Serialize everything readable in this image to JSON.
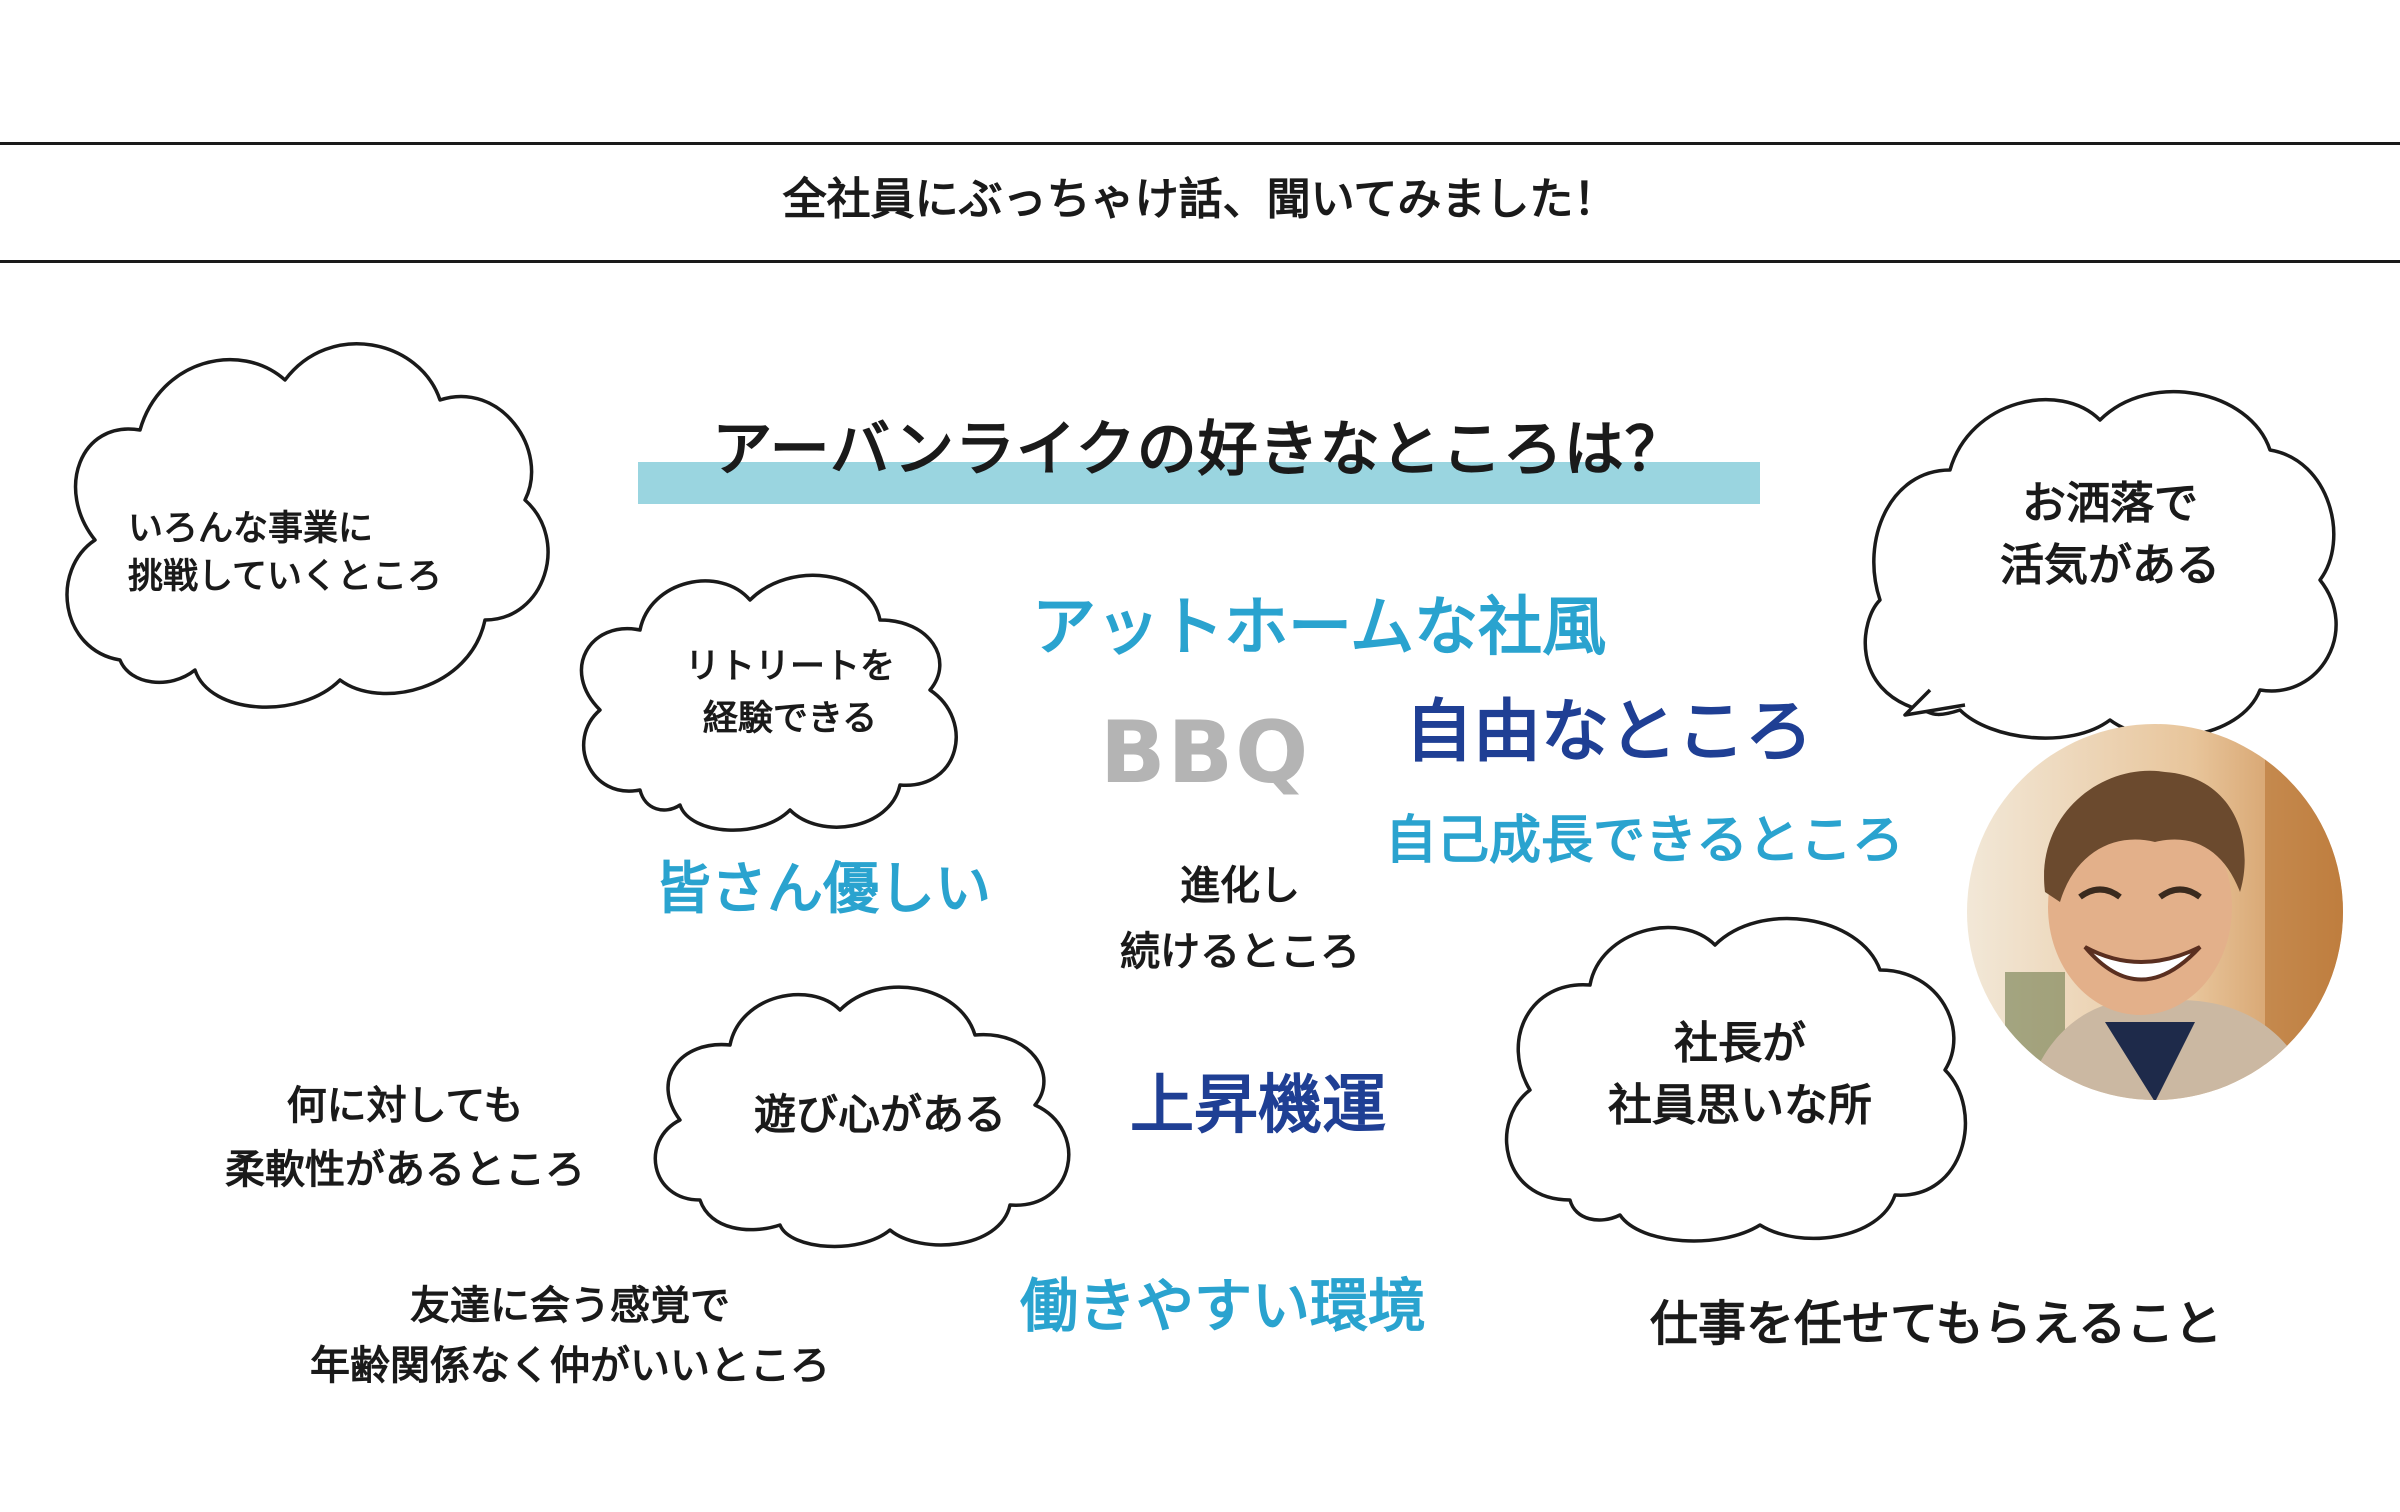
{
  "header": {
    "title": "全社員にぶっちゃけ話、聞いてみました！"
  },
  "question": {
    "title": "アーバンライクの好きなところは？"
  },
  "bubbles": {
    "jigyou": [
      "いろんな事業に",
      "挑戦していくところ"
    ],
    "retreat": [
      "リトリートを",
      "経験できる"
    ],
    "osyare": [
      "お洒落で",
      "活気がある"
    ],
    "asobi": "遊び心がある",
    "shachou": [
      "社長が",
      "社員思いな所"
    ]
  },
  "answers": {
    "athome": "アットホームな社風",
    "bbq": "BBQ",
    "jiyuu": "自由なところ",
    "seichou": "自己成長できるところ",
    "yasashii": "皆さん優しい",
    "shinka": [
      "進化し",
      "続けるところ"
    ],
    "juunan": [
      "何に対しても",
      "柔軟性があるところ"
    ],
    "shoushou": "上昇機運",
    "tomodachi": [
      "友達に会う感覚で",
      "年齢関係なく仲がいいところ"
    ],
    "hatarakiyasui": "働きやすい環境",
    "makasete": "仕事を任せてもらえること"
  },
  "colors": {
    "text": "#1a1a1a",
    "highlight": "#9ad5e0",
    "cyan": "#2aa3cf",
    "navy": "#1f3f94",
    "gray": "#b4b4b4"
  },
  "photo": {
    "icon": "smiling-man-portrait"
  }
}
